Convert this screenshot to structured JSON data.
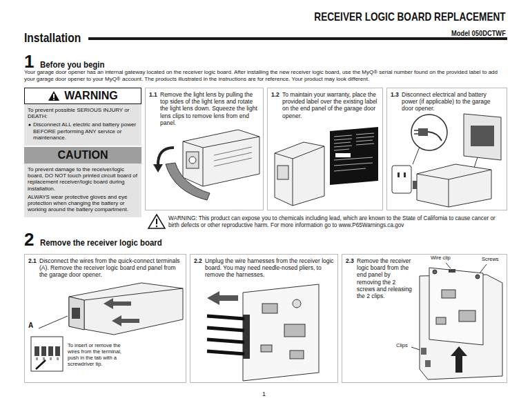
{
  "diagram": {
    "title": "RECEIVER LOGIC BOARD REPLACEMENT",
    "nodes": [
      {
        "text": [
          "WARNING",
          "To prevent possible SERIOUS INJURY or DEATH:",
          "Disconnect ALL electric and battery power BEFORE performing ANY service or maintenance."
        ]
      },
      {
        "text": [
          "CAUTION",
          "To prevent damage to the receiver/logic board, DO NOT touch printed circuit board of replacement receiver/logic board during installation.",
          "ALWAYS wear protective gloves and eye protection when changing the battery or working around the battery compartment."
        ]
      },
      {
        "text": [
          "1.1",
          "Remove the light lens by pulling the top sides of the light lens and rotate the light lens down. Squeeze the light lens clips to remove lens from end panel."
        ]
      },
      {
        "text": [
          "1.2",
          "To maintain your warranty, place the provided label over the existing label on the end panel of the garage door opener."
        ]
      },
      {
        "text": [
          "1.3",
          "Disconnect electrical and battery power (if applicable) to the garage door opener."
        ]
      },
      {
        "text": [
          "2.1",
          "Disconnect the wires from the quick-connect terminals (A). Remove the receiver logic board end panel from the garage door opener."
        ]
      },
      {
        "text": [
          "2.2",
          "Unplug the wire harnesses from the receiver logic board. You may need needle-nosed pliers, to remove the harnesses."
        ]
      },
      {
        "text": [
          "2.3",
          "Remove the receiver logic board from the end panel by removing the 2 screws and releasing the 2 clips."
        ]
      }
    ],
    "labels": [
      "Model 050DCTWF",
      "Installation",
      "1",
      "Before you begin",
      "Your garage door opener has an internal gateway located on the receiver logic board. After installing the new receiver logic board, use the MyQ® serial number found on the provided label to add your garage door opener to your MyQ® account. The products illustrated in the instructions are for reference. Your product may look different.",
      "WARNING: This product can expose you to chemicals including lead, which are known to the State of California to cause cancer or birth defects or other reproductive harm. For more information go to www.P65Warnings.ca.gov",
      "2",
      "Remove the receiver logic board",
      "A",
      "To insert or remove the wires from the terminal, push in the tab with a screwdriver tip.",
      "Wire clip",
      "Screws",
      "Clips",
      "1"
    ]
  }
}
